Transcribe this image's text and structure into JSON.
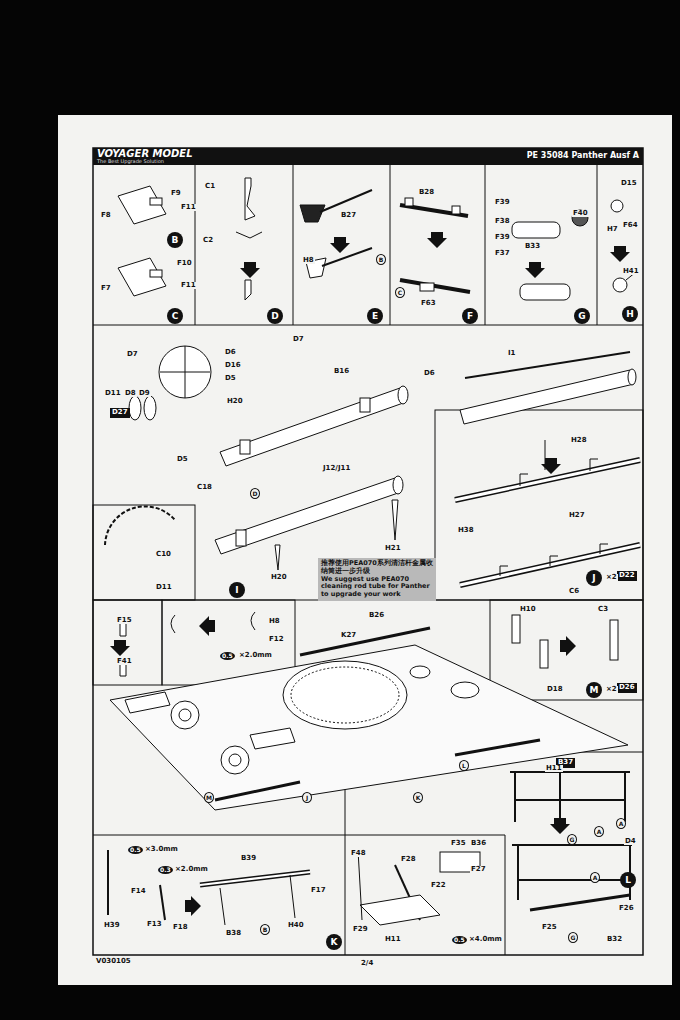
{
  "diagram": {
    "title": "PE 35084 Panther Ausf A",
    "nodes": [
      {
        "text": [
          "VOYAGER MODEL",
          "The Best Upgrade Solution"
        ]
      },
      {
        "text": [
          "B"
        ]
      },
      {
        "text": [
          "C"
        ]
      },
      {
        "text": [
          "D"
        ]
      },
      {
        "text": [
          "E"
        ]
      },
      {
        "text": [
          "F"
        ]
      },
      {
        "text": [
          "G"
        ]
      },
      {
        "text": [
          "H"
        ]
      },
      {
        "text": [
          "D27"
        ]
      },
      {
        "text": [
          "I"
        ]
      },
      {
        "text": [
          "推荐使用PEA070系列清洁杆金属收纳筒进一步升级",
          "We suggest use PEA070 cleaning rod tube for Panther to upgrade your work"
        ]
      },
      {
        "text": [
          "J"
        ]
      },
      {
        "text": [
          "D22"
        ]
      },
      {
        "text": [
          "M"
        ]
      },
      {
        "text": [
          "D26"
        ]
      },
      {
        "text": [
          "B37"
        ]
      },
      {
        "text": [
          "K"
        ]
      },
      {
        "text": [
          "L"
        ]
      }
    ],
    "labels": [
      "F9",
      "F8",
      "F11",
      "F10",
      "F7",
      "F11",
      "C1",
      "C2",
      "B27",
      "H8",
      "B",
      "B28",
      "C",
      "F63",
      "F39",
      "F38",
      "F39",
      "F37",
      "B33",
      "F40",
      "D15",
      "F64",
      "H7",
      "H41",
      "D7",
      "D6",
      "D16",
      "D5",
      "H20",
      "D11",
      "D8",
      "D9",
      "D5",
      "C18",
      "D",
      "D7",
      "B16",
      "D6",
      "J12/J11",
      "C10",
      "D11",
      "H20",
      "H21",
      "I1",
      "H28",
      "H38",
      "H27",
      "C6",
      "×2",
      "F15",
      "F41",
      "H8",
      "F12",
      "0.5",
      "×2.0mm",
      "B26",
      "K27",
      "M",
      "J",
      "K",
      "L",
      "H10",
      "C3",
      "D18",
      "×2",
      "0.5",
      "×3.0mm",
      "0.3",
      "×2.0mm",
      "B39",
      "F14",
      "H39",
      "F13",
      "F18",
      "B38",
      "F17",
      "B",
      "H40",
      "F48",
      "F28",
      "F35",
      "B36",
      "F27",
      "F22",
      "F29",
      "H11",
      "0.5",
      "×4.0mm",
      "H11",
      "G",
      "A",
      "A",
      "D4",
      "A",
      "G",
      "F25",
      "B32",
      "F26",
      "V030105",
      "2/4"
    ]
  }
}
